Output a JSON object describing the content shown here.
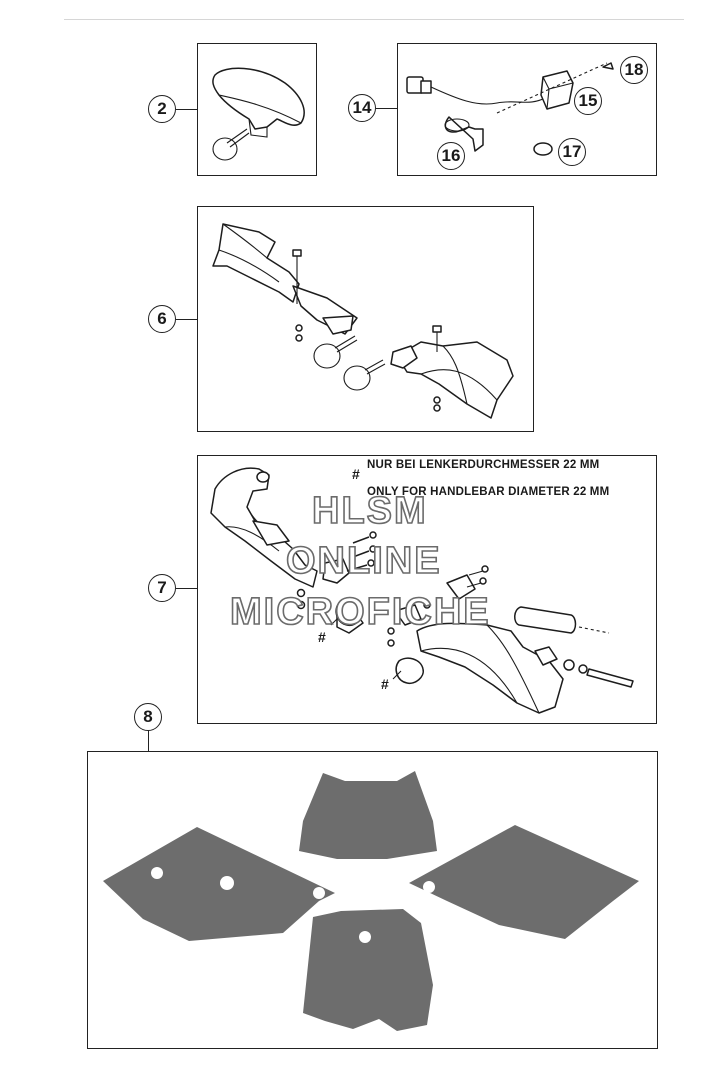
{
  "callouts": {
    "c2": "2",
    "c14": "14",
    "c15": "15",
    "c16": "16",
    "c17": "17",
    "c18": "18",
    "c6": "6",
    "c7": "7",
    "c8": "8"
  },
  "notes": {
    "line_de": "NUR BEI LENKERDURCHMESSER 22 MM",
    "line_en": "ONLY FOR HANDLEBAR DIAMETER 22 MM",
    "hash": "#"
  },
  "watermark": {
    "line1": "HLSM",
    "line2": "ONLINE",
    "line3": "MICROFICHE"
  }
}
